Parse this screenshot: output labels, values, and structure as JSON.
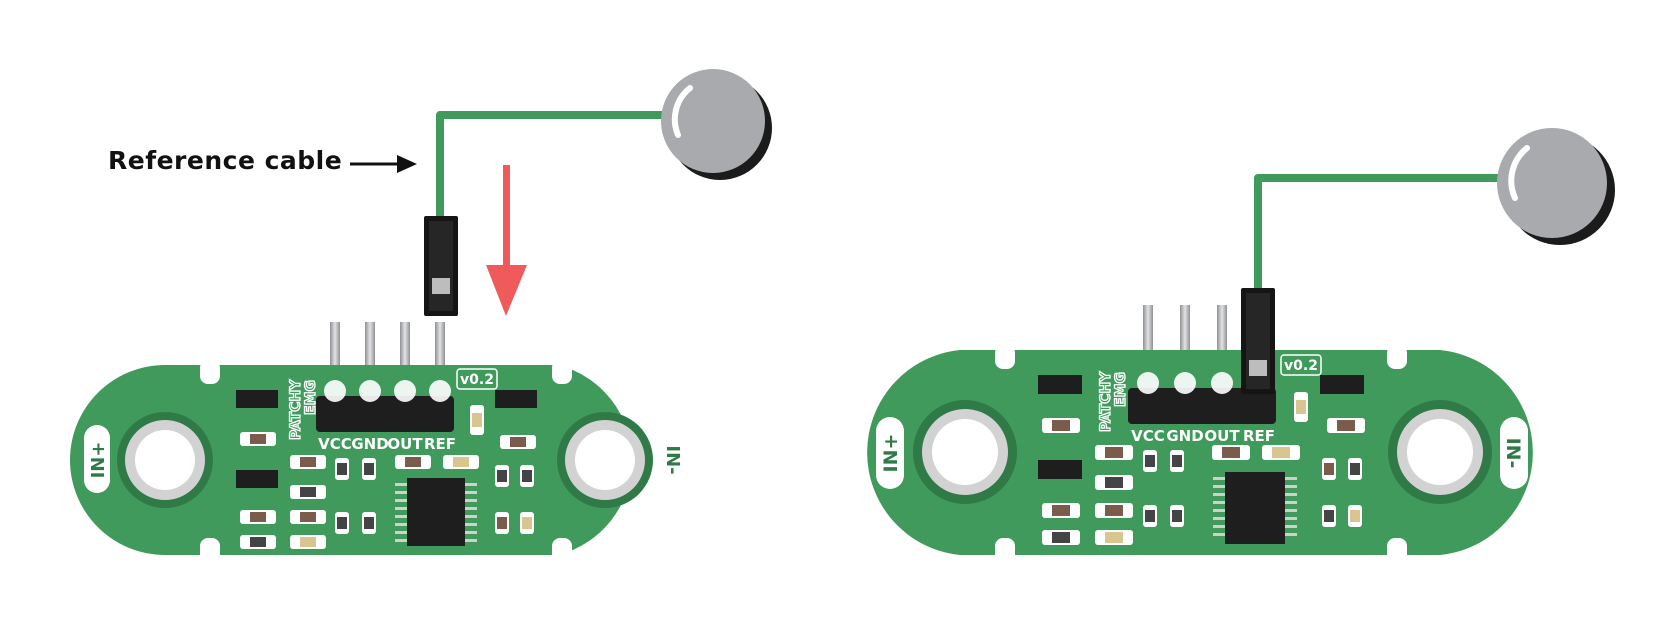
{
  "annotation": {
    "label": "Reference cable"
  },
  "colors": {
    "pcb": "#3f9a5c",
    "pcb_dark": "#2f7a46",
    "cable": "#3f9a5c",
    "electrode": "#a9aaad",
    "arrow_red": "#f05a5a",
    "header": "#1e1e1e"
  },
  "boards": [
    {
      "brand_line1": "PATCHY",
      "brand_line2": "EMG",
      "version": "v0.2",
      "pins": [
        "VCC",
        "GND",
        "OUT",
        "REF"
      ],
      "left_pad": "IN+",
      "right_pad": "IN-"
    },
    {
      "brand_line1": "PATCHY",
      "brand_line2": "EMG",
      "version": "v0.2",
      "pins": [
        "VCC",
        "GND",
        "OUT",
        "REF"
      ],
      "left_pad": "IN+",
      "right_pad": "IN-"
    }
  ]
}
